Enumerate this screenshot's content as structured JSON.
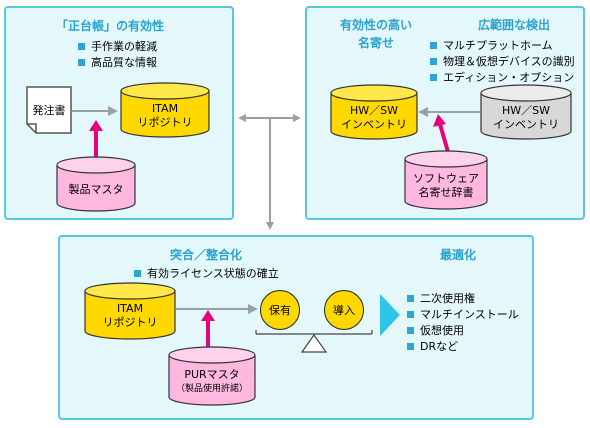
{
  "panel1": {
    "title": "「正台帳」の有効性",
    "bullets": [
      "手作業の軽減",
      "高品質な情報"
    ],
    "doc": "発注書",
    "repo": [
      "ITAM",
      "リポジトリ"
    ],
    "master": "製品マスタ"
  },
  "panel2": {
    "title_left": [
      "有効性の高い",
      "名寄せ"
    ],
    "title_right": "広範囲な検出",
    "bullets": [
      "マルチプラットホーム",
      "物理＆仮想デバイスの識別",
      "エディション・オプション"
    ],
    "inv_yellow": [
      "HW／SW",
      "インベントリ"
    ],
    "inv_gray": [
      "HW／SW",
      "インベントリ"
    ],
    "dict": [
      "ソフトウェア",
      "名寄せ辞書"
    ]
  },
  "panel3": {
    "title_left": "突合／整合化",
    "title_right": "最適化",
    "bullet": "有効ライセンス状態の確立",
    "repo": [
      "ITAM",
      "リポジトリ"
    ],
    "pur": [
      "PURマスタ",
      "（製品使用許諾）"
    ],
    "circle_left": "保有",
    "circle_right": "導入",
    "right_bullets": [
      "二次使用権",
      "マルチインストール",
      "仮想使用",
      "DRなど"
    ]
  },
  "colors": {
    "panel_bg": "#e4f8fb",
    "panel_border": "#58c8dc",
    "title": "#2aa3ce",
    "yellow_cylinder": "#ffd800",
    "pink_cylinder": "#ffb8e0",
    "gray_cylinder": "#d8d8d8",
    "arrow_gray": "#9aa0a8",
    "arrow_pink": "#e6007e"
  }
}
